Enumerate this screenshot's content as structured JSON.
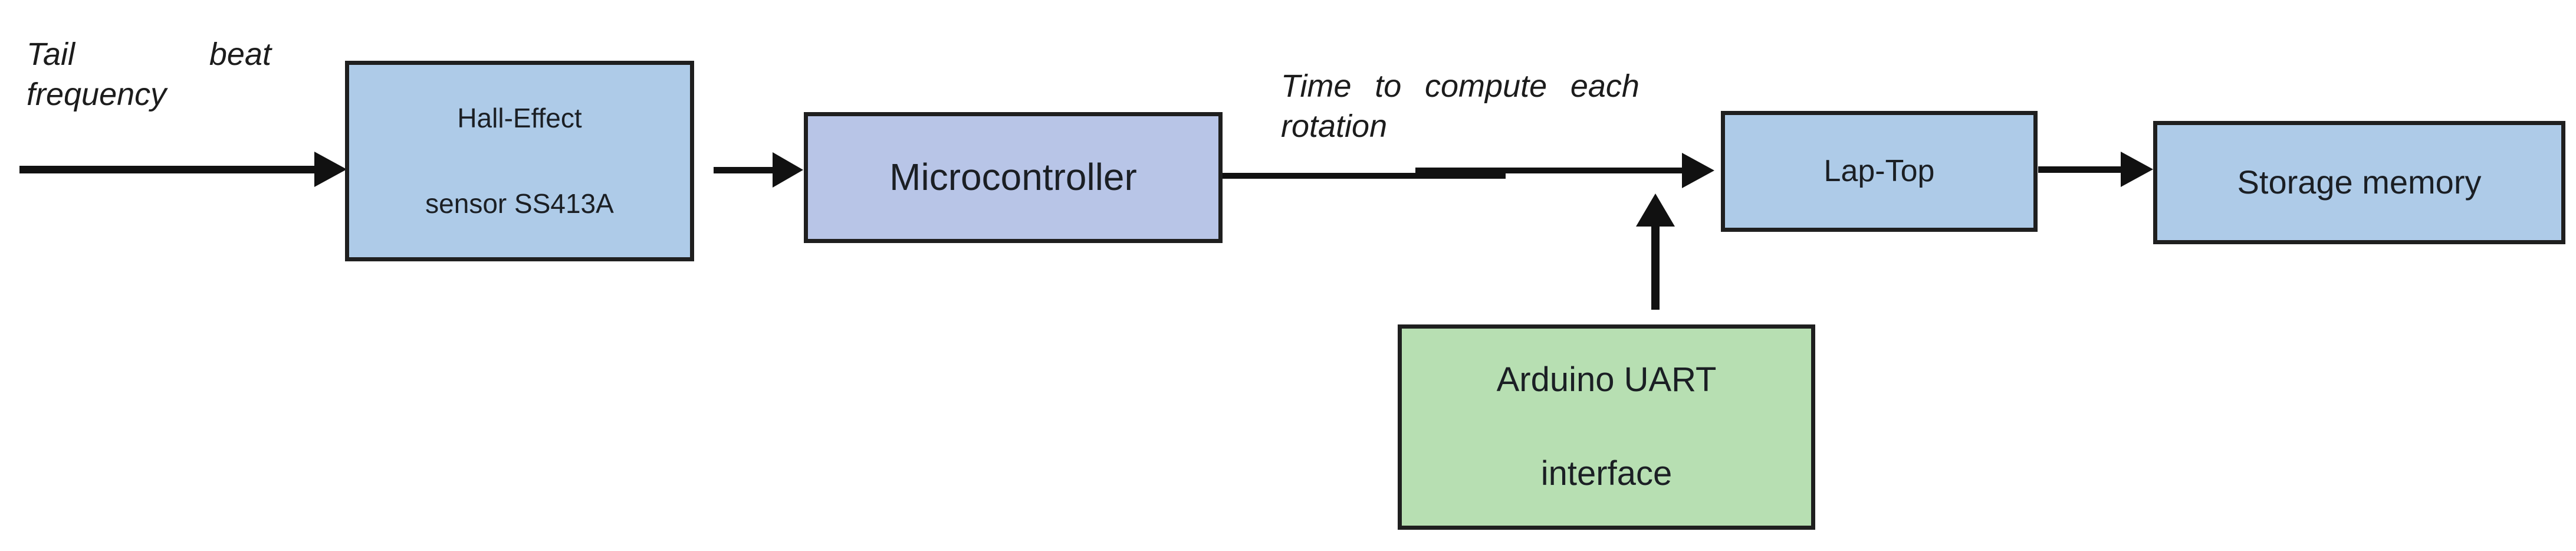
{
  "colors": {
    "background": "#ffffff",
    "box_blue": "#aecbe8",
    "box_lavender": "#b8c5e7",
    "box_green": "#b7dfb2",
    "border": "#1f1f1f",
    "arrow": "#111111",
    "text": "#1b1f24"
  },
  "annotations": {
    "tail_beat": {
      "full_text": "Tail beat frequency",
      "words": [
        "Tail",
        "beat"
      ],
      "line2": "frequency"
    },
    "time_compute": {
      "full_text": "Time to compute each rotation",
      "words": [
        "Time",
        "to",
        "compute",
        "each"
      ],
      "line2": "rotation"
    }
  },
  "nodes": {
    "hall_effect": {
      "line1": "Hall-Effect",
      "line2": "sensor SS413A",
      "fill": "#aecbe8"
    },
    "microcontroller": {
      "label": "Microcontroller",
      "fill": "#b8c5e7"
    },
    "laptop": {
      "label": "Lap-Top",
      "fill": "#aecbe8"
    },
    "storage": {
      "label": "Storage memory",
      "fill": "#aecbe8"
    },
    "arduino_uart": {
      "line1": "Arduino UART",
      "line2": "interface",
      "fill": "#b7dfb2"
    }
  },
  "edges": [
    {
      "from": "input-signal",
      "to": "hall_effect",
      "label": "Tail beat frequency",
      "direction": "right"
    },
    {
      "from": "hall_effect",
      "to": "microcontroller",
      "label": "",
      "direction": "right"
    },
    {
      "from": "microcontroller",
      "to": "laptop",
      "label": "Time to compute each rotation",
      "direction": "right"
    },
    {
      "from": "laptop",
      "to": "storage",
      "label": "",
      "direction": "right"
    },
    {
      "from": "arduino_uart",
      "to": "microcontroller-laptop-line",
      "label": "",
      "direction": "up"
    }
  ]
}
